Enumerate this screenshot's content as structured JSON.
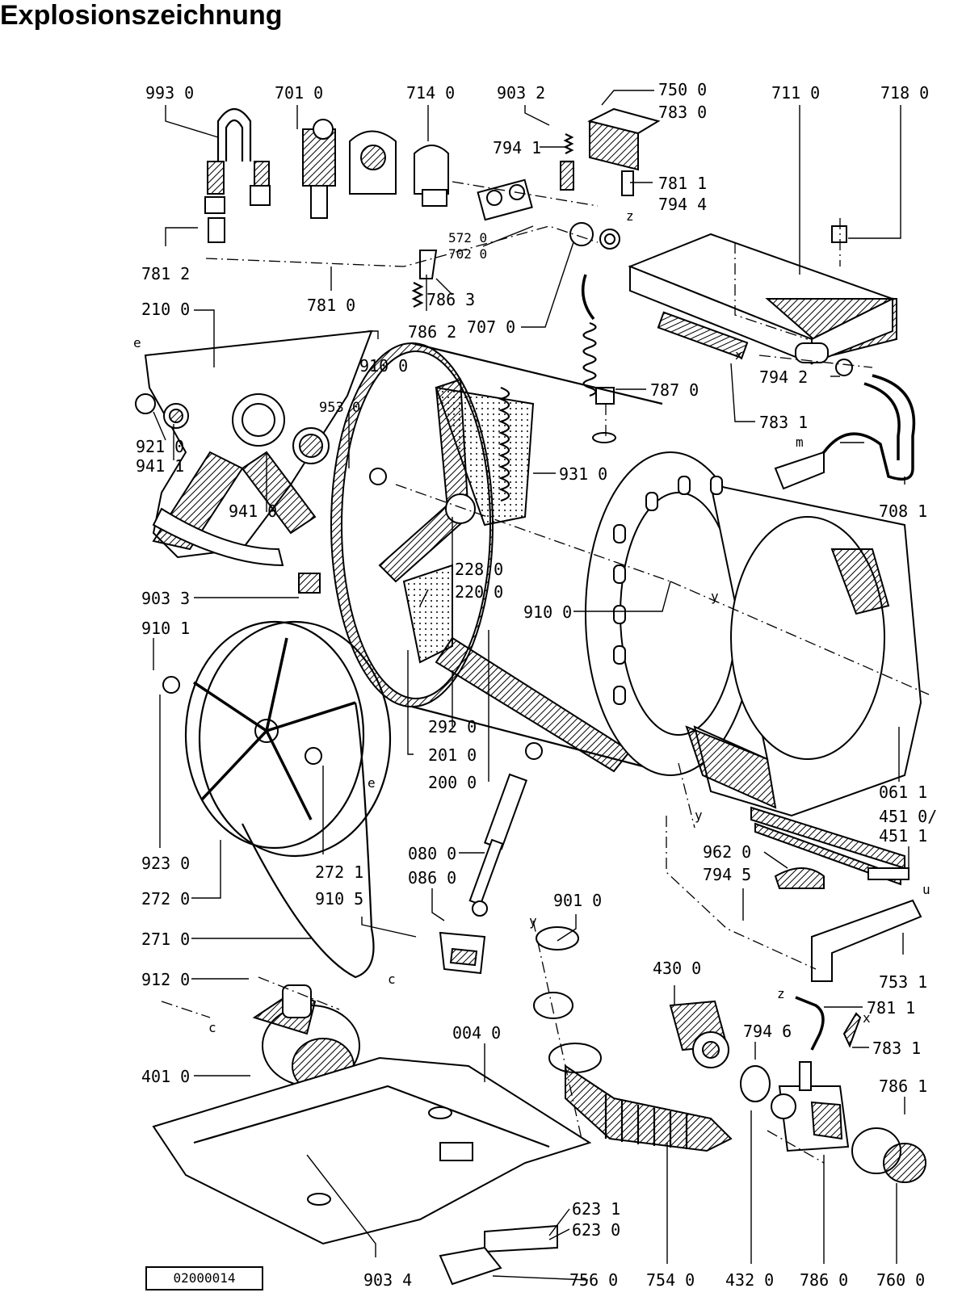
{
  "page_title": "Explosionszeichnung",
  "drawing_code": "02000014",
  "part_labels": [
    "993 0",
    "701 0",
    "714 0",
    "903 2",
    "750 0",
    "783 0",
    "711 0",
    "718 0",
    "794 1",
    "781 1",
    "794 4",
    "572 0",
    "702 0",
    "781 2",
    "781 0",
    "786 3",
    "786 2",
    "707 0",
    "210 0",
    "910 0",
    "953 0",
    "787 0",
    "794 2",
    "783 1",
    "921 0",
    "941 1",
    "941 0",
    "931 0",
    "708 1",
    "228 0",
    "220 0",
    "903 3",
    "910 0",
    "910 1",
    "292 0",
    "201 0",
    "200 0",
    "923 0",
    "272 1",
    "061 1",
    "451 0/",
    "451 1",
    "962 0",
    "794 5",
    "080 0",
    "086 0",
    "272 0",
    "910 5",
    "901 0",
    "271 0",
    "753 1",
    "912 0",
    "430 0",
    "781 1",
    "794 6",
    "783 1",
    "401 0",
    "004 0",
    "786 1",
    "623 1",
    "623 0",
    "903 4",
    "756 0",
    "754 0",
    "432 0",
    "786 0",
    "760 0"
  ],
  "detail_letters": [
    "e",
    "z",
    "x",
    "m",
    "y",
    "u",
    "c"
  ],
  "icons": [
    "water-inlet-hose-icon",
    "pressure-switch-icon",
    "drum-icon",
    "tub-icon",
    "pulley-icon",
    "motor-icon",
    "pump-icon",
    "heater-icon"
  ]
}
